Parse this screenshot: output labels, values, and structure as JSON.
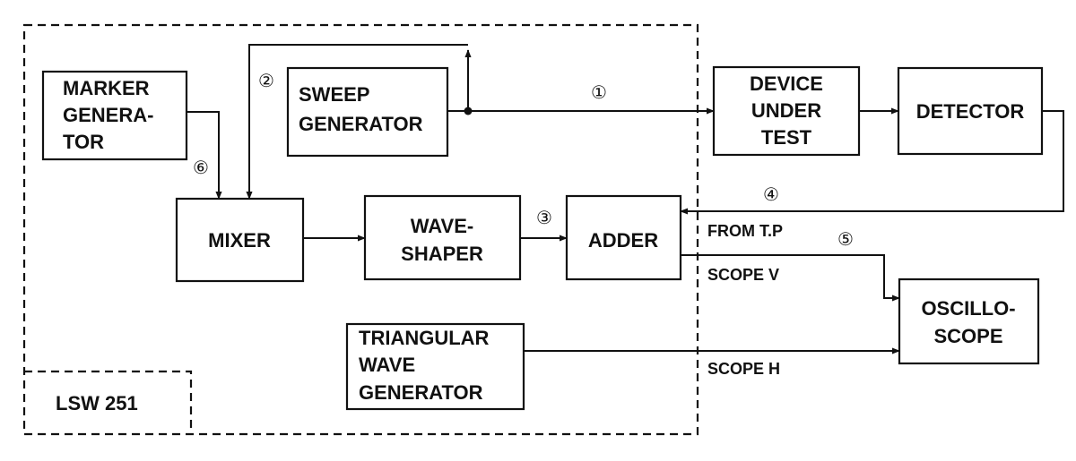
{
  "frame_label": "LSW 251",
  "blocks": {
    "marker_generator": [
      "MARKER",
      "GENERA-",
      "TOR"
    ],
    "sweep_generator": [
      "SWEEP",
      "GENERATOR"
    ],
    "mixer": [
      "MIXER"
    ],
    "wave_shaper": [
      "WAVE-",
      "SHAPER"
    ],
    "adder": [
      "ADDER"
    ],
    "triangular_wave_generator": [
      "TRIANGULAR",
      "WAVE",
      "GENERATOR"
    ],
    "device_under_test": [
      "DEVICE",
      "UNDER",
      "TEST"
    ],
    "detector": [
      "DETECTOR"
    ],
    "oscilloscope": [
      "OSCILLO-",
      "SCOPE"
    ]
  },
  "signal_labels": {
    "from_tp": "FROM T.P",
    "scope_v": "SCOPE V",
    "scope_h": "SCOPE H"
  },
  "path_numbers": {
    "n1": "①",
    "n2": "②",
    "n3": "③",
    "n4": "④",
    "n5": "⑤",
    "n6": "⑥"
  }
}
